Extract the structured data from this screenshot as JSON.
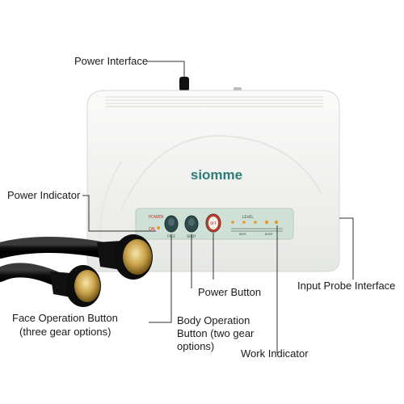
{
  "labels": {
    "power_interface": "Power Interface",
    "power_indicator": "Power Indicator",
    "input_probe_interface": "Input Probe Interface",
    "power_button": "Power Button",
    "face_operation_button": "Face Operation Button",
    "face_operation_button_note": "(three gear options)",
    "body_operation_button_line1": "Body Operation",
    "body_operation_button_line2": "Button (two gear",
    "body_operation_button_line3": "options)",
    "work_indicator": "Work Indicator"
  },
  "device": {
    "brand": "siomme",
    "panel": {
      "power_label": "POWER",
      "on_label": "ON",
      "face_label": "FACE",
      "body_label": "BODY",
      "off_label": "OFF",
      "level_label": "LEVEL",
      "rate_face_label": "RATE",
      "rate_body_label": "BODY"
    }
  },
  "colors": {
    "device_body": "#f3f4f2",
    "panel": "#cfe0d6",
    "brand_text": "#2d7b77",
    "indicator_led": "#e69a2c",
    "power_text": "#c0392b",
    "probe_cable": "#0d0d0d",
    "probe_head": "#c9a24a"
  }
}
